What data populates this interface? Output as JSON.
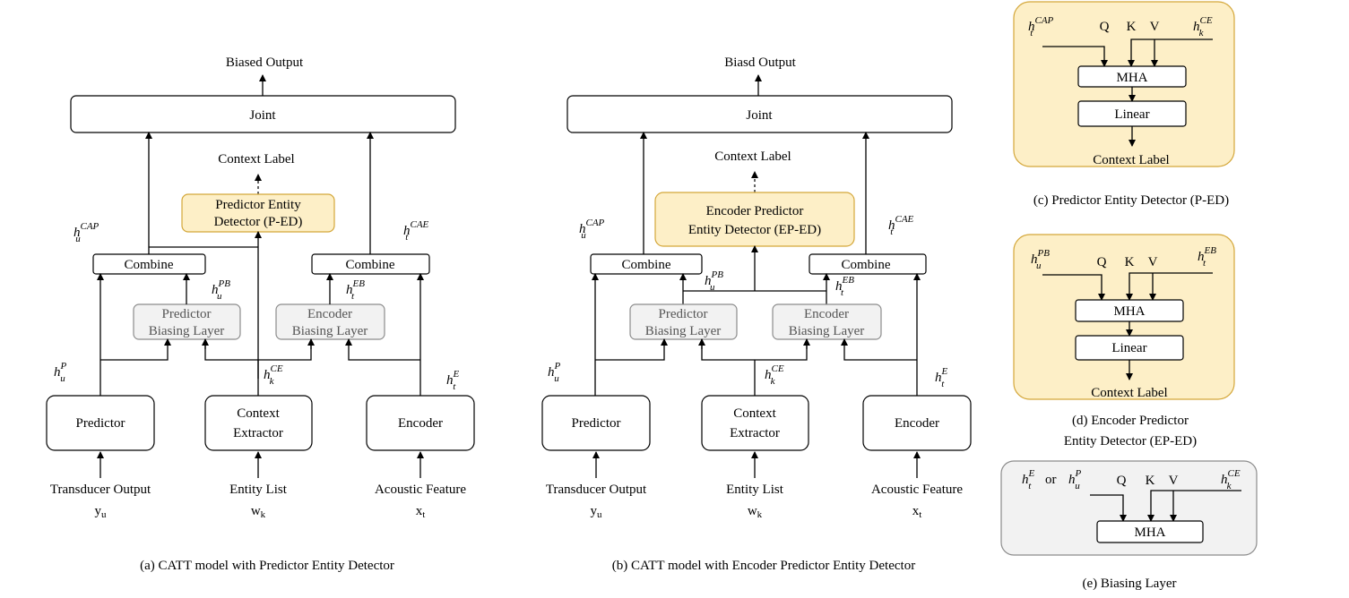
{
  "panel_a": {
    "biased_output": "Biased Output",
    "joint": "Joint",
    "context_label": "Context Label",
    "detector": [
      "Predictor Entity",
      "Detector (P-ED)"
    ],
    "combine_left": "Combine",
    "combine_right": "Combine",
    "pred_bias": [
      "Predictor",
      "Biasing Layer"
    ],
    "enc_bias": [
      "Encoder",
      "Biasing Layer"
    ],
    "predictor": "Predictor",
    "context_extractor": [
      "Context",
      "Extractor"
    ],
    "encoder": "Encoder",
    "in_left": [
      "Transducer Output",
      "y"
    ],
    "in_left_sub": "u",
    "in_mid": [
      "Entity List",
      "w"
    ],
    "in_mid_sub": "k",
    "in_right": [
      "Acoustic Feature",
      "x"
    ],
    "in_right_sub": "t",
    "caption": "(a)  CATT model with Predictor Entity Detector"
  },
  "panel_b": {
    "biased_output": "Biasd Output",
    "joint": "Joint",
    "context_label": "Context Label",
    "detector": [
      "Encoder Predictor",
      "Entity Detector (EP-ED)"
    ],
    "combine_left": "Combine",
    "combine_right": "Combine",
    "pred_bias": [
      "Predictor",
      "Biasing Layer"
    ],
    "enc_bias": [
      "Encoder",
      "Biasing Layer"
    ],
    "predictor": "Predictor",
    "context_extractor": [
      "Context",
      "Extractor"
    ],
    "encoder": "Encoder",
    "in_left": [
      "Transducer Output",
      "y"
    ],
    "in_left_sub": "u",
    "in_mid": [
      "Entity List",
      "w"
    ],
    "in_mid_sub": "k",
    "in_right": [
      "Acoustic Feature",
      "x"
    ],
    "in_right_sub": "t",
    "caption": "(b)  CATT model with Encoder Predictor Entity Detector"
  },
  "panel_c": {
    "q": "Q",
    "k": "K",
    "v": "V",
    "mha": "MHA",
    "linear": "Linear",
    "context_label": "Context Label",
    "caption": "(c)  Predictor Entity Detector (P-ED)"
  },
  "panel_d": {
    "q": "Q",
    "k": "K",
    "v": "V",
    "mha": "MHA",
    "linear": "Linear",
    "context_label": "Context Label",
    "caption": [
      "(d)  Encoder Predictor",
      "Entity Detector (EP-ED)"
    ]
  },
  "panel_e": {
    "or_word": "or",
    "q": "Q",
    "k": "K",
    "v": "V",
    "mha": "MHA",
    "caption": "(e)  Biasing Layer"
  },
  "symbols": {
    "h": "h",
    "u": "u",
    "t": "t",
    "k": "k",
    "CAP": "CAP",
    "CAE": "CAE",
    "PB": "PB",
    "EB": "EB",
    "CE": "CE",
    "P": "P",
    "E": "E"
  },
  "colors": {
    "detector_fill": "#fdefc7",
    "detector_stroke": "#d4a73a",
    "biasing_fill": "#f2f2f2",
    "biasing_stroke": "#8c8c8c"
  }
}
